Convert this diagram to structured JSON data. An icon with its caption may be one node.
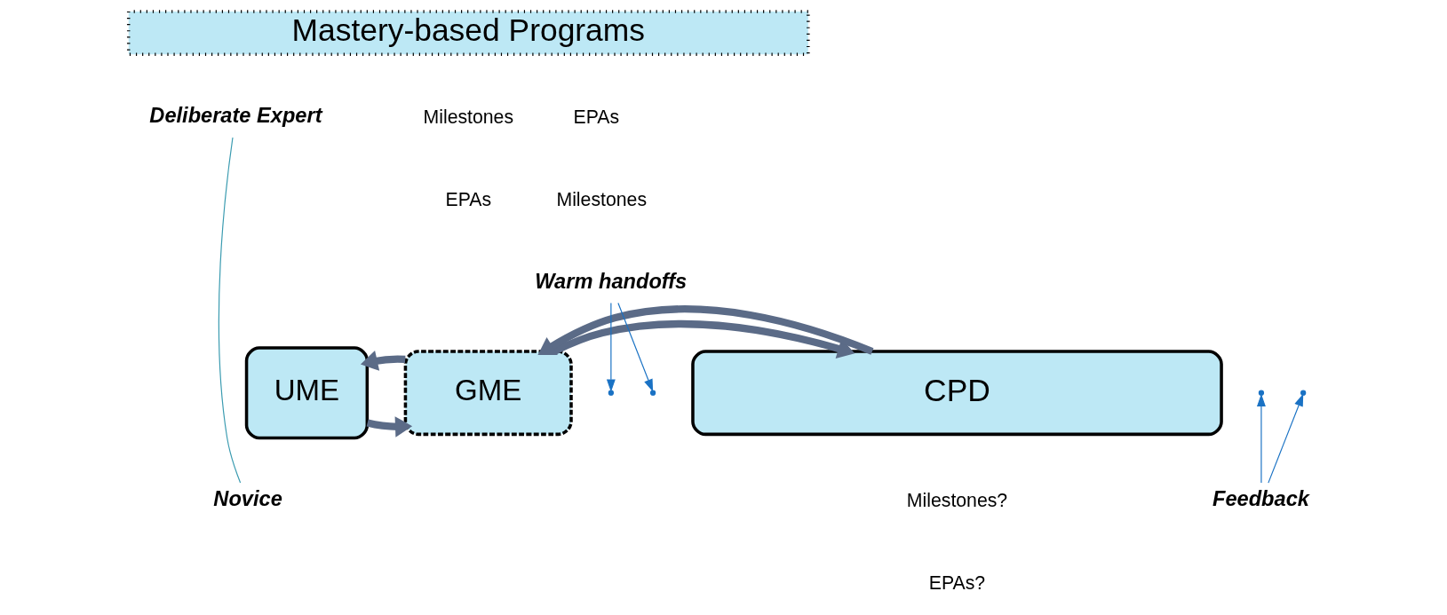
{
  "diagram": {
    "nodes": [
      {
        "text": [
          "Mastery-based Programs"
        ]
      },
      {
        "text": [
          "UME"
        ]
      },
      {
        "text": [
          "GME"
        ]
      },
      {
        "text": [
          "CPD"
        ]
      },
      {
        "text": [
          "Warm handoffs"
        ]
      },
      {
        "text": [
          "Feedback"
        ]
      },
      {
        "text": [
          "Novice"
        ]
      },
      {
        "text": [
          "Deliberate Expert"
        ]
      }
    ],
    "edges": [
      {
        "from": 1,
        "to": 2,
        "arrow": "to",
        "style": "thick"
      },
      {
        "from": 2,
        "to": 3,
        "arrow": "to",
        "style": "thick"
      },
      {
        "from": 3,
        "to": 2,
        "arrow": "to",
        "style": "thick"
      },
      {
        "from": 2,
        "to": 1,
        "arrow": "to",
        "style": "thick"
      },
      {
        "from": 4,
        "to": null,
        "arrow": "to",
        "color": "#1a72c4"
      },
      {
        "from": 4,
        "to": null,
        "arrow": "to",
        "color": "#1a72c4"
      },
      {
        "from": 5,
        "to": null,
        "arrow": "to",
        "color": "#1a72c4"
      },
      {
        "from": 5,
        "to": null,
        "arrow": "to",
        "color": "#1a72c4"
      },
      {
        "from": 6,
        "to": 7,
        "arrow": "none",
        "color": "#3a9bb0"
      }
    ],
    "labels": [
      "EPAs",
      "Milestones",
      "Milestones",
      "EPAs",
      "Milestones?",
      "EPAs?"
    ]
  }
}
